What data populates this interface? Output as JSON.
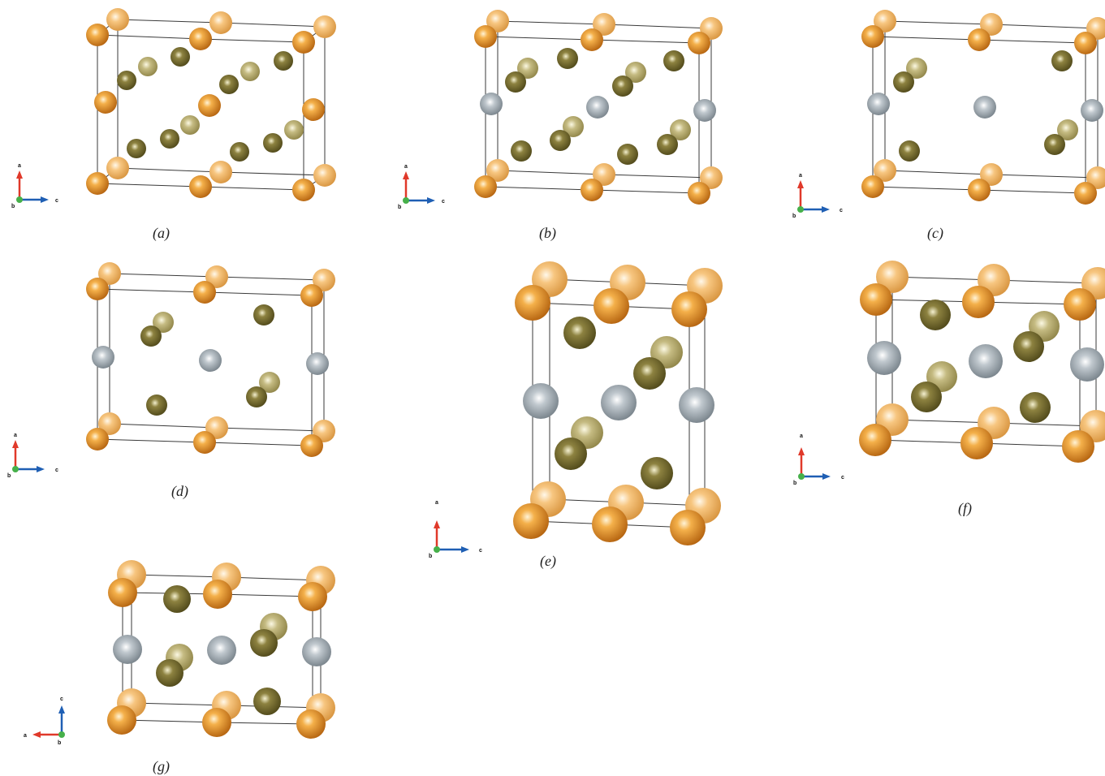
{
  "panels": [
    {
      "id": "a",
      "caption": "(a)",
      "axes": {
        "up": "a",
        "right": "c",
        "out": "b"
      }
    },
    {
      "id": "b",
      "caption": "(b)",
      "axes": {
        "up": "a",
        "right": "c",
        "out": "b"
      }
    },
    {
      "id": "c",
      "caption": "(c)",
      "axes": {
        "up": "a",
        "right": "c",
        "out": "b"
      }
    },
    {
      "id": "d",
      "caption": "(d)",
      "axes": {
        "up": "a",
        "right": "c",
        "out": "b"
      }
    },
    {
      "id": "e",
      "caption": "(e)",
      "axes": {
        "up": "a",
        "right": "c",
        "out": "b"
      }
    },
    {
      "id": "f",
      "caption": "(f)",
      "axes": {
        "up": "a",
        "right": "c",
        "out": "b"
      }
    },
    {
      "id": "g",
      "caption": "(g)",
      "axes": {
        "up": "c",
        "left": "a",
        "out": "b"
      }
    }
  ],
  "atom_colors": {
    "corner": "#e8901e",
    "olive": "#8a7d3a",
    "grey": "#a4aeb6"
  },
  "axis_colors": {
    "a": "#e0392a",
    "c": "#1f5fb4",
    "b": "#46b04a"
  }
}
